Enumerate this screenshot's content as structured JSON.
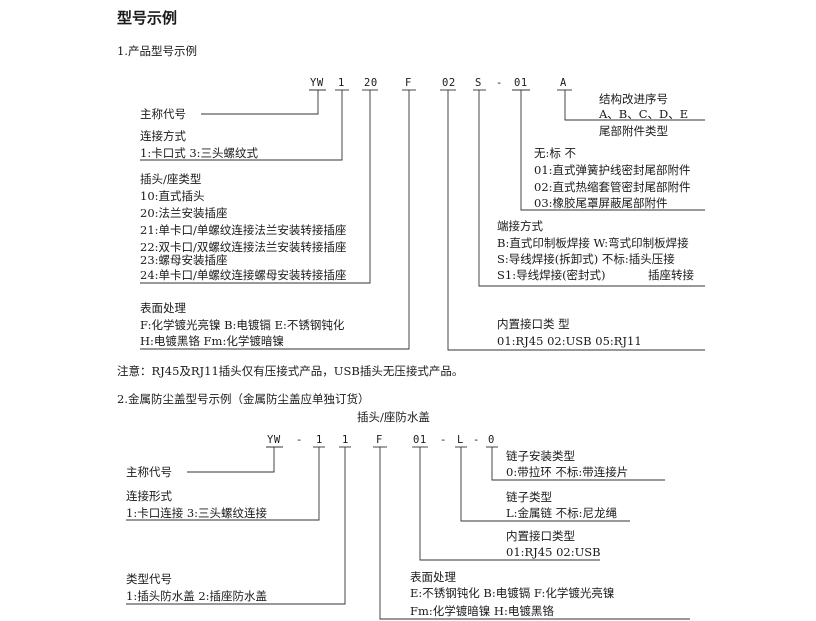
{
  "title": "型号示例",
  "section1": {
    "heading": "1.产品型号示例",
    "code": {
      "yw": "YW",
      "n1": "1",
      "n20": "20",
      "f": "F",
      "o2": "02",
      "s": "S",
      "dash": "-",
      "o1": "01",
      "a": "A"
    },
    "main_code_label": "主称代号",
    "connection": {
      "title": "连接方式",
      "options": "1:卡口式  3:三头螺纹式"
    },
    "plug_type": {
      "title": "插头/座类型",
      "items": [
        "10:直式插头",
        "20:法兰安装插座",
        "21:单卡口/单螺纹连接法兰安装转接插座",
        "22:双卡口/双螺纹连接法兰安装转接插座",
        "23:螺母安装插座",
        "24:单卡口/单螺纹连接螺母安装转接插座"
      ]
    },
    "surface": {
      "title": "表面处理",
      "line1": "F:化学镀光亮镍 B:电镀镉 E:不锈钢钝化",
      "line2": "H:电镀黑铬 Fm:化学镀暗镍"
    },
    "structure": {
      "title": "结构改进序号",
      "options": "A、B、C、D、E"
    },
    "tail": {
      "title": "尾部附件类型",
      "items": [
        "无:标 不",
        "01:直式弹簧护线密封尾部附件",
        "02:直式热缩套管密封尾部附件",
        "03:橡胶尾罩屏蔽尾部附件"
      ]
    },
    "terminal": {
      "title": "端接方式",
      "line1": "B:直式印制板焊接 W:弯式印制板焊接",
      "line2": "S:导线焊接(拆卸式) 不标:插头压接",
      "line3a": "S1:导线焊接(密封式)",
      "line3b": "插座转接"
    },
    "interface": {
      "title": "内置接口类 型",
      "options": "01:RJ45  02:USB  05:RJ11"
    }
  },
  "note": "注意：RJ45及RJ11插头仅有压接式产品，USB插头无压接式产品。",
  "section2": {
    "heading": "2.金属防尘盖型号示例（金属防尘盖应单独订货）",
    "subtitle": "插头/座防水盖",
    "code": {
      "yw": "YW",
      "d1": "-",
      "n1a": "1",
      "n1b": "1",
      "f": "F",
      "o1": "01",
      "d2": "-",
      "l": "L",
      "d3": "-",
      "zero": "0"
    },
    "main_code_label": "主称代号",
    "connection": {
      "title": "连接形式",
      "options": "1:卡口连接 3:三头螺纹连接"
    },
    "type_code": {
      "title": "类型代号",
      "options": "1:插头防水盖  2:插座防水盖"
    },
    "chain_install": {
      "title": "链子安装类型",
      "options": "0:带拉环 不标:带连接片"
    },
    "chain_type": {
      "title": "链子类型",
      "options": "L:金属链  不标:尼龙绳"
    },
    "interface": {
      "title": "内置接口类型",
      "options": "01:RJ45 02:USB"
    },
    "surface": {
      "title": "表面处理",
      "line1": "E:不锈钢钝化 B:电镀镉 F:化学镀光亮镍",
      "line2": "Fm:化学镀暗镍 H:电镀黑铬"
    }
  }
}
